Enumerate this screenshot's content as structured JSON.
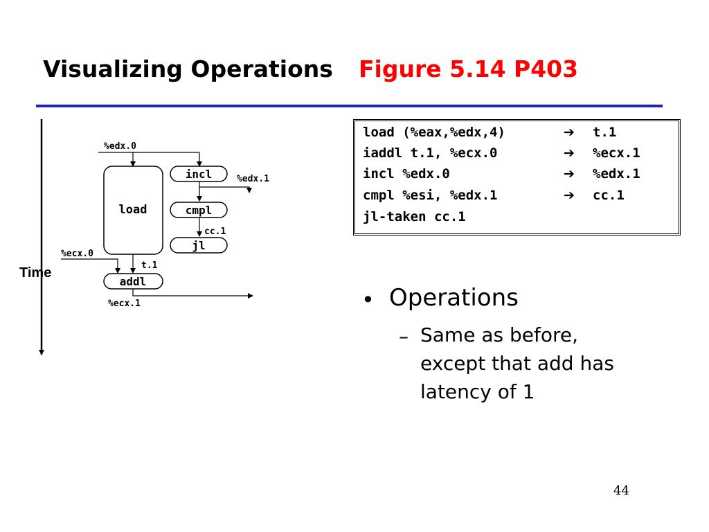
{
  "slide": {
    "title": "Visualizing Operations",
    "reference": "Figure 5.14 P403",
    "page_number": "44"
  },
  "code": {
    "lines": [
      {
        "src": "load (%eax,%edx,4)",
        "arrow": "➔",
        "dest": "t.1"
      },
      {
        "src": "iaddl t.1, %ecx.0",
        "arrow": "➔",
        "dest": "%ecx.1"
      },
      {
        "src": "incl %edx.0",
        "arrow": "➔",
        "dest": "%edx.1"
      },
      {
        "src": "cmpl %esi, %edx.1",
        "arrow": "➔",
        "dest": "cc.1"
      },
      {
        "src": "jl-taken cc.1",
        "arrow": "",
        "dest": ""
      }
    ]
  },
  "bullets": {
    "main": "Operations",
    "sub_dash": "–",
    "sub_lines": [
      "Same as before,",
      "except that add has",
      "latency of 1"
    ]
  },
  "diagram": {
    "time_label": "Time",
    "ops": {
      "load": "load",
      "incl": "incl",
      "cmpl": "cmpl",
      "jl": "jl",
      "addl": "addl"
    },
    "values": {
      "edx0": "%edx.0",
      "edx1": "%edx.1",
      "cc1": "cc.1",
      "ecx0": "%ecx.0",
      "t1": "t.1",
      "ecx1": "%ecx.1"
    }
  }
}
